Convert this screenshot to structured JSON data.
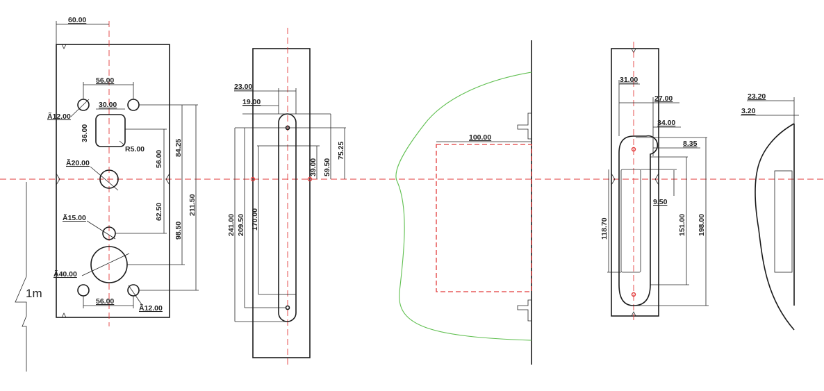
{
  "colors": {
    "line": "#1a1a1a",
    "centerline": "#e23a3a",
    "contour": "#5fbf4f"
  },
  "front_plate": {
    "top_width": "60.00",
    "hole_spacing_top": "56.00",
    "top_hole_dia": "Ã12.00",
    "square_width": "30.00",
    "square_height": "36.00",
    "corner_radius": "R5.00",
    "square_center_offset": "56.00",
    "top_hole_offset": "84.25",
    "hole_20_dia": "Ã20.00",
    "hole_15_offset": "62.50",
    "hole_40_offset": "98.50",
    "bottom_hole_offset": "211.50",
    "hole_15_dia": "Ã15.00",
    "hole_40_dia": "Ã40.00",
    "hole_spacing_bottom": "56.00",
    "bottom_hole_dia": "Ã12.00",
    "side_label": "1m"
  },
  "strike_plate": {
    "slot_width": "23.00",
    "inner_width": "19.00",
    "top_offset_1": "39.00",
    "top_offset_2": "59.50",
    "top_offset_3": "75.25",
    "total_length": "241.00",
    "slot_length": "209.50",
    "window_length": "170.00"
  },
  "side_view": {
    "depth": "100.00"
  },
  "lock_body": {
    "width_1": "31.00",
    "width_2": "27.00",
    "width_3": "34.00",
    "offset": "8.35",
    "small_offset": "9.50",
    "length_1": "118.70",
    "length_2": "151.00",
    "length_3": "198.00"
  },
  "profile": {
    "thickness": "23.20",
    "lip": "3.20"
  }
}
